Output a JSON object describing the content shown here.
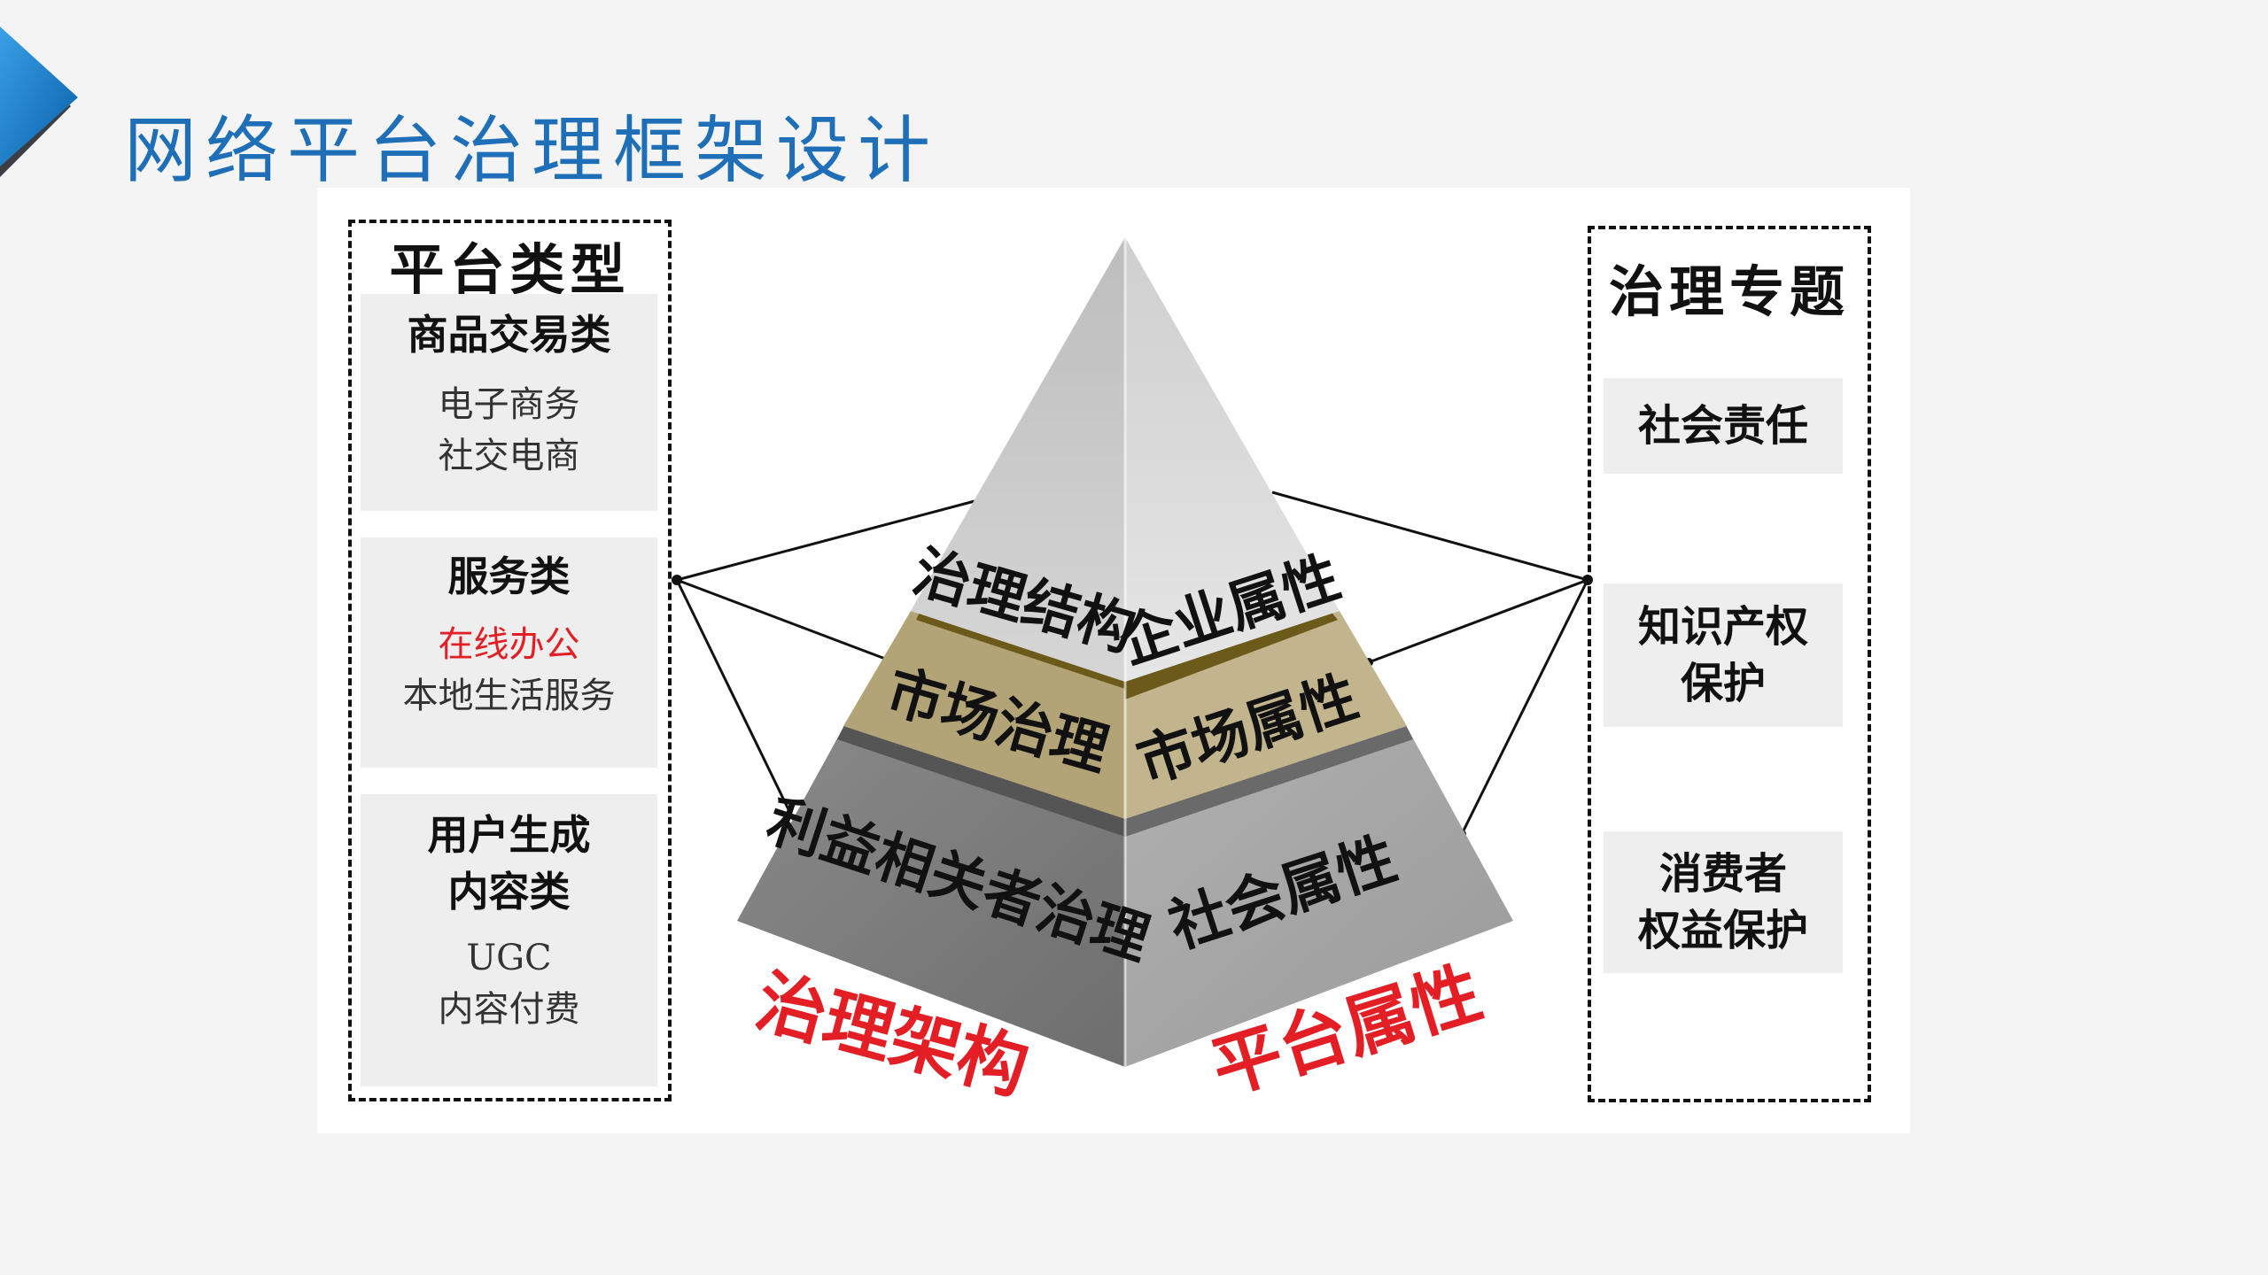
{
  "title": "网络平台治理框架设计",
  "left": {
    "title": "平台类型",
    "groups": [
      {
        "title": "商品交易类",
        "items": [
          "电子商务",
          "社交电商"
        ]
      },
      {
        "title": "服务类",
        "items": [
          "在线办公",
          "本地生活服务"
        ]
      },
      {
        "title_lines": [
          "用户生成",
          "内容类"
        ],
        "items": [
          "UGC",
          "内容付费"
        ]
      }
    ]
  },
  "right": {
    "title": "治理专题",
    "topics": [
      {
        "lines": [
          "社会责任"
        ]
      },
      {
        "lines": [
          "知识产权",
          "保护"
        ]
      },
      {
        "lines": [
          "消费者",
          "权益保护"
        ]
      }
    ]
  },
  "pyramid": {
    "left_face": [
      "治理结构",
      "市场治理",
      "利益相关者治理"
    ],
    "right_face": [
      "企业属性",
      "市场属性",
      "社会属性"
    ],
    "caption_left": "治理架构",
    "caption_right": "平台属性"
  },
  "colors": {
    "title_blue": "#1f6fb8",
    "highlight_red": "#e41e25",
    "tier_top_left": "#cfcfcf",
    "tier_top_right": "#d9d9d9",
    "tier_mid": "#b4a57a",
    "tier_mid_band": "#6b5a1a",
    "tier_bottom_left": "#7a7a7a",
    "tier_bottom_right": "#a6a6a6"
  }
}
